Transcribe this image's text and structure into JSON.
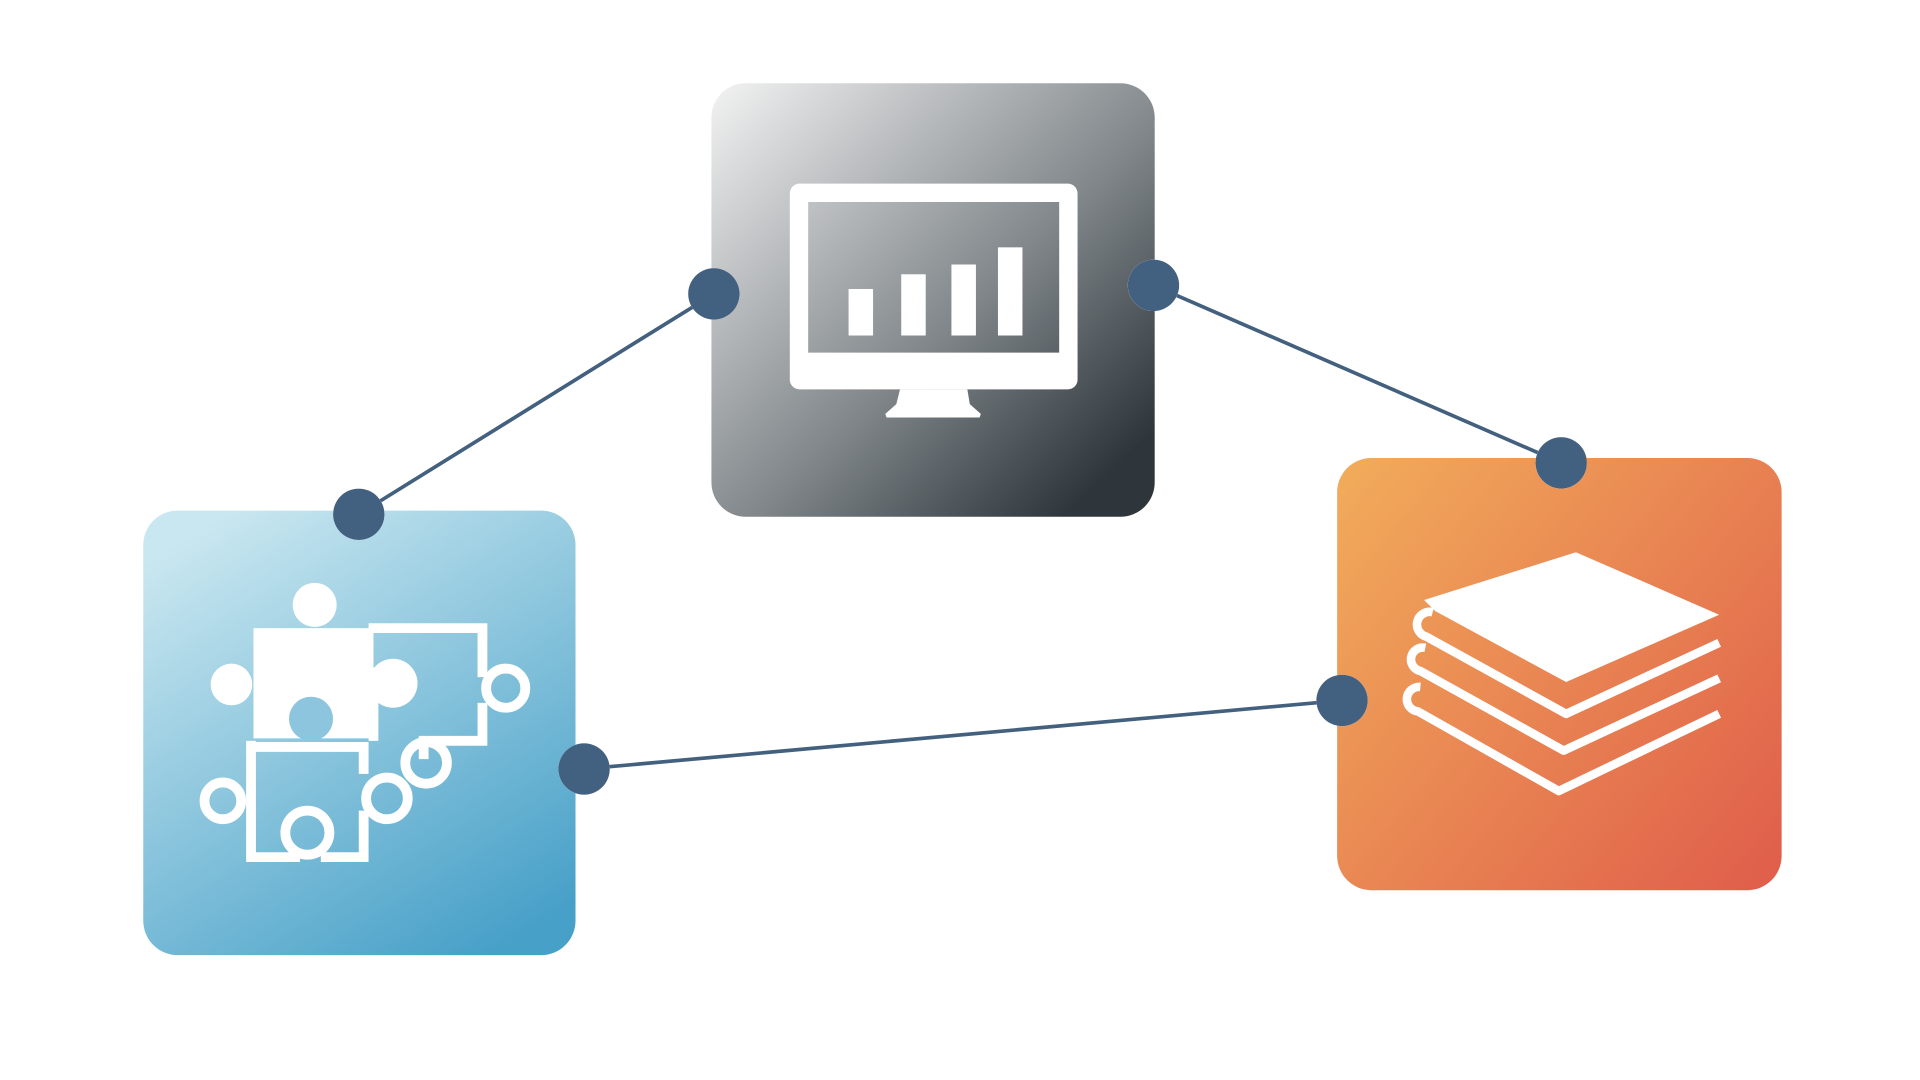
{
  "diagram": {
    "nodes": [
      {
        "id": "analytics",
        "icon": "monitor-bar-chart-icon",
        "gradient": [
          "#f3f3f3",
          "#2e363b"
        ]
      },
      {
        "id": "integration",
        "icon": "puzzle-pieces-icon",
        "gradient": [
          "#c9e7f0",
          "#47a0c8"
        ]
      },
      {
        "id": "data-layers",
        "icon": "stacked-layers-icon",
        "gradient": [
          "#f1a95a",
          "#e0604b"
        ]
      }
    ],
    "edges": [
      {
        "from": "integration",
        "to": "analytics"
      },
      {
        "from": "analytics",
        "to": "data-layers"
      },
      {
        "from": "integration",
        "to": "data-layers"
      }
    ],
    "connector_color": "#43607f",
    "icon_color": "#ffffff"
  }
}
